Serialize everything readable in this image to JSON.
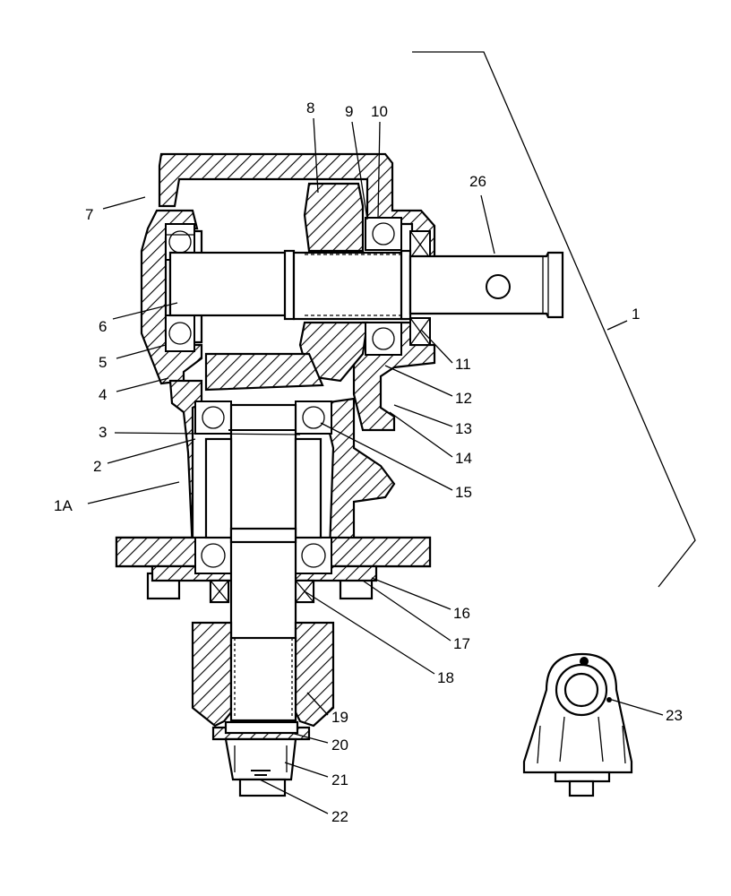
{
  "diagram": {
    "callouts": [
      {
        "id": "c8",
        "text": "8"
      },
      {
        "id": "c9",
        "text": "9"
      },
      {
        "id": "c10",
        "text": "10"
      },
      {
        "id": "c26",
        "text": "26"
      },
      {
        "id": "c7",
        "text": "7"
      },
      {
        "id": "c1",
        "text": "1"
      },
      {
        "id": "c6",
        "text": "6"
      },
      {
        "id": "c5",
        "text": "5"
      },
      {
        "id": "c11",
        "text": "11"
      },
      {
        "id": "c4",
        "text": "4"
      },
      {
        "id": "c12",
        "text": "12"
      },
      {
        "id": "c13",
        "text": "13"
      },
      {
        "id": "c3",
        "text": "3"
      },
      {
        "id": "c14",
        "text": "14"
      },
      {
        "id": "c2",
        "text": "2"
      },
      {
        "id": "c15",
        "text": "15"
      },
      {
        "id": "c1A",
        "text": "1A"
      },
      {
        "id": "c16",
        "text": "16"
      },
      {
        "id": "c17",
        "text": "17"
      },
      {
        "id": "c18",
        "text": "18"
      },
      {
        "id": "c23",
        "text": "23"
      },
      {
        "id": "c19",
        "text": "19"
      },
      {
        "id": "c20",
        "text": "20"
      },
      {
        "id": "c21",
        "text": "21"
      },
      {
        "id": "c22",
        "text": "22"
      }
    ]
  }
}
